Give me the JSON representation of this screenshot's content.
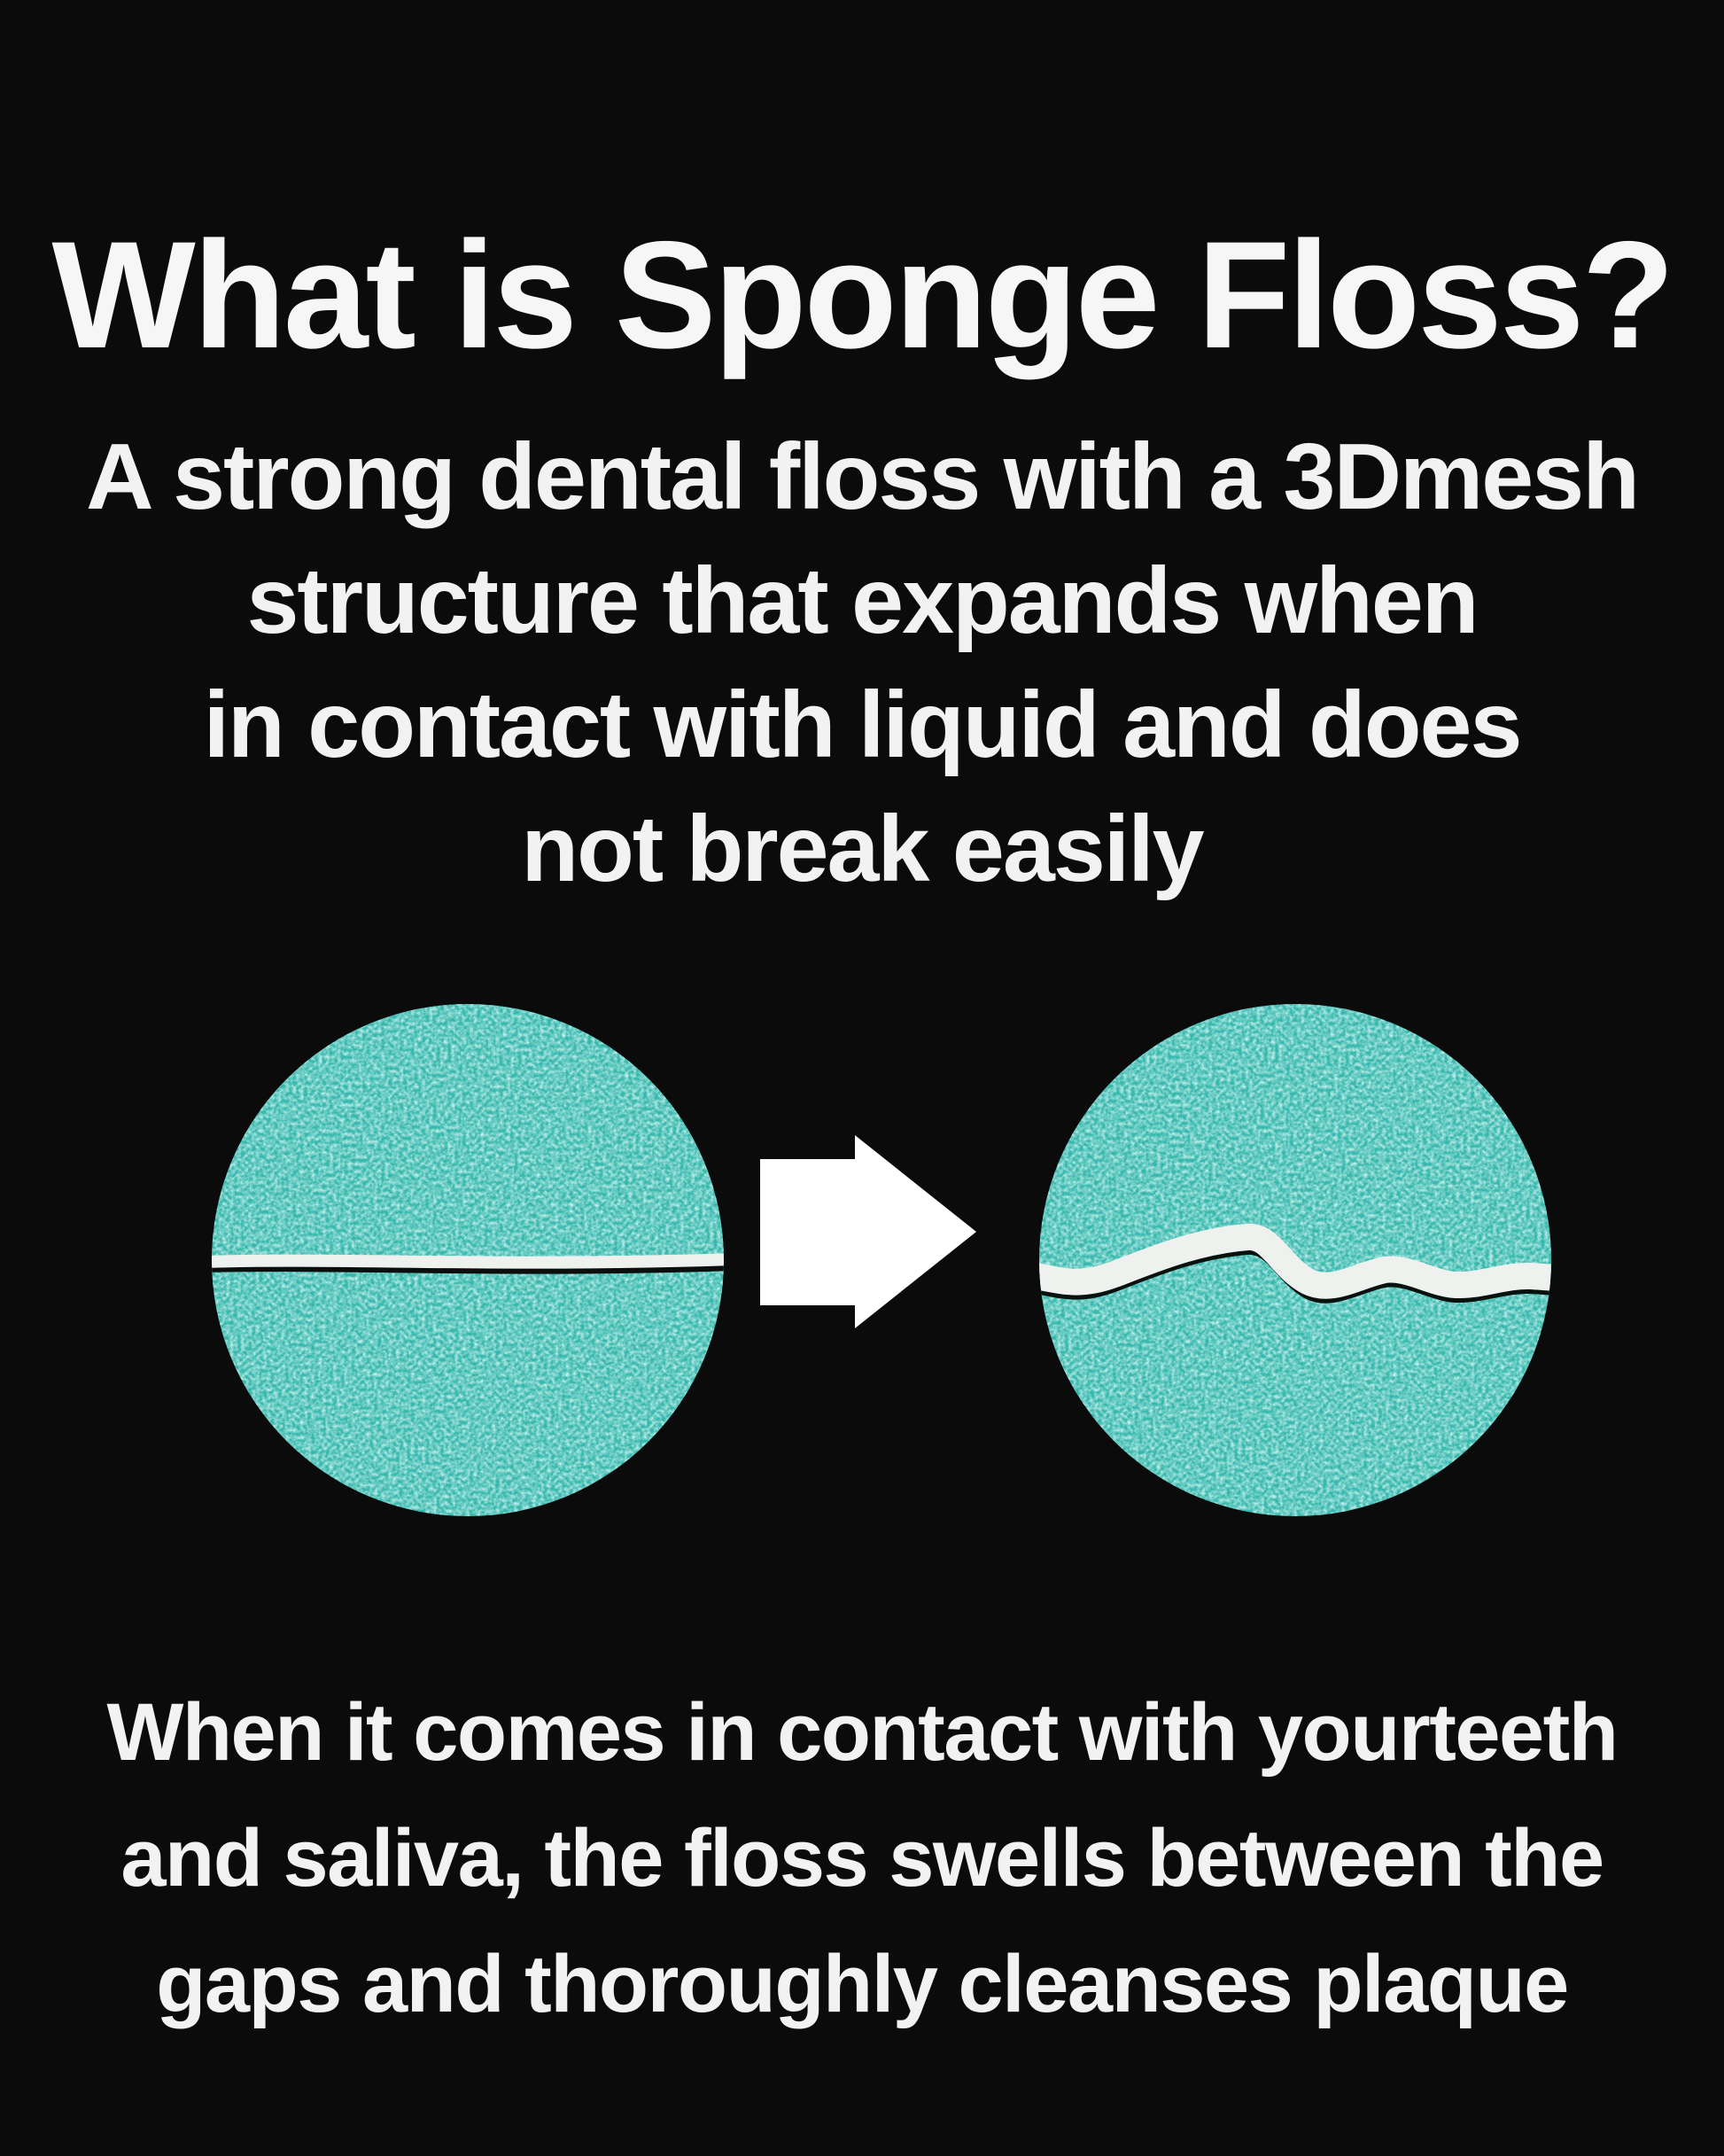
{
  "colors": {
    "background": "#0b0b0c",
    "text": "#f2f2f2",
    "sponge_teal_base": "#35b7ac",
    "sponge_teal_light": "#94e3db",
    "floss_white": "#eef1ee",
    "floss_shadow": "#0a1210",
    "arrow_white": "#ffffff"
  },
  "header": {
    "title": "What is Sponge Floss?"
  },
  "subtitle": {
    "lines": [
      "A strong dental floss with a 3Dmesh",
      "structure that expands when",
      "in contact with liquid and does",
      "not break easily"
    ]
  },
  "figure": {
    "left_circle_name": "dry-thin-floss-macro",
    "right_circle_name": "expanded-swollen-floss-macro",
    "arrow_name": "arrow-right"
  },
  "footer": {
    "lines": [
      "When it comes in contact with yourteeth",
      "and saliva, the floss swells between the",
      "gaps and thoroughly cleanses plaque"
    ]
  }
}
